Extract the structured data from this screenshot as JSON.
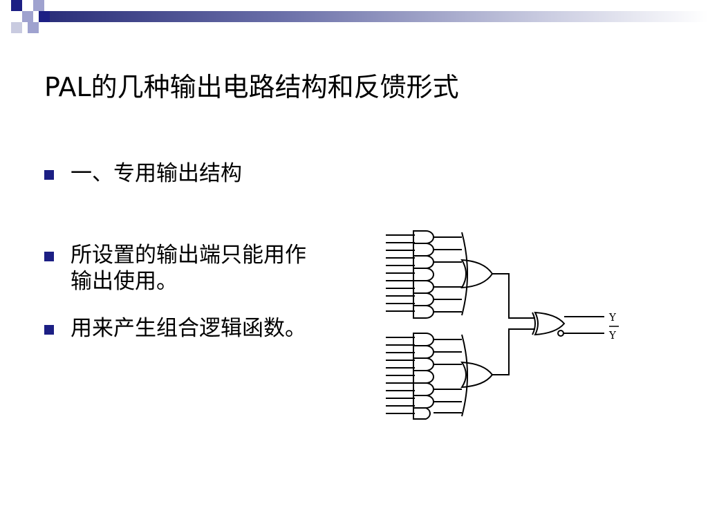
{
  "slide": {
    "title": "PAL的几种输出电路结构和反馈形式",
    "bullets": [
      "一、专用输出结构",
      "所设置的输出端只能用作输出使用。",
      "用来产生组合逻辑函数。"
    ]
  },
  "diagram": {
    "output_labels": [
      "Y",
      "Y"
    ]
  },
  "colors": {
    "accent": "#1c1f84",
    "bar_start": "#2b2f7a",
    "bar_end": "#ffffff"
  }
}
